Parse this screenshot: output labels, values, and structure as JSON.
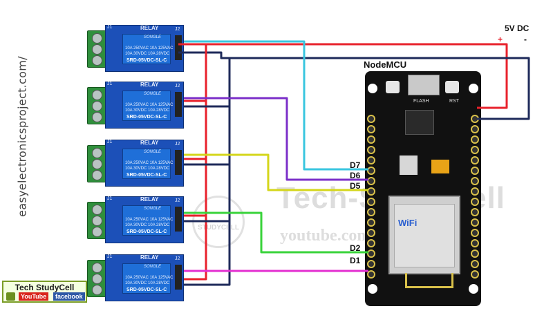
{
  "site_vertical_text": "easyelectronicsproject.com/",
  "badge": {
    "title": "Tech StudyCell",
    "youtube": "YouTube",
    "facebook": "facebook"
  },
  "watermark": {
    "main": "Tech-StudyCell",
    "sub": "youtube.com/techstudycell",
    "logo_text": "STUDYCELL"
  },
  "supply_label": "5V DC",
  "plus_sign": "+",
  "minus_sign": "-",
  "board_label": "NodeMCU",
  "pin_labels": [
    "D7",
    "D6",
    "D5",
    "D2",
    "D1"
  ],
  "relay": {
    "title": "RELAY",
    "j1": "J1",
    "j2": "J2",
    "brand": "SONGLE",
    "spec1": "10A 250VAC  10A 125VAC",
    "spec2": "10A 30VDC   10A 28VDC",
    "model": "SRD-05VDC-SL-C"
  },
  "mcu_text": {
    "wifi": "WiFi",
    "flash": "FLASH",
    "rst": "RST"
  },
  "colors": {
    "vcc_wire": "#e8212b",
    "gnd_wire": "#1e2a5a",
    "d7_wire": "#39c6df",
    "d6_wire": "#7b2fc9",
    "d5_wire": "#d4d61a",
    "d2_wire": "#38d33a",
    "d1_wire": "#e32fd0",
    "relay_board": "#1c50b8",
    "mcu_board": "#111111"
  }
}
